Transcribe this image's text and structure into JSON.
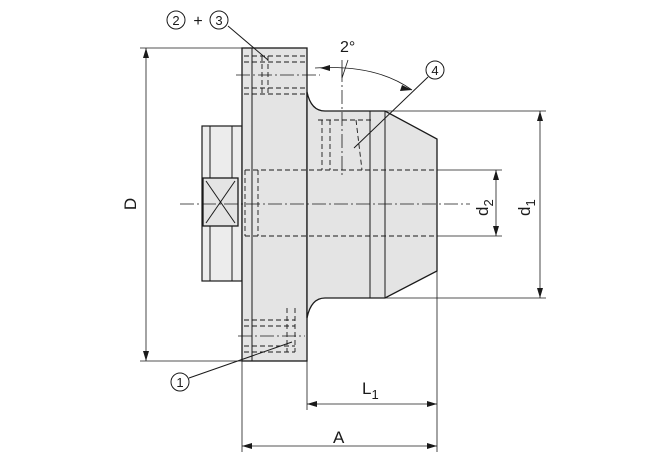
{
  "labels": {
    "D": "D",
    "d1_main": "d",
    "d1_sub": "1",
    "d2_main": "d",
    "d2_sub": "2",
    "L1_main": "L",
    "L1_sub": "1",
    "A": "A",
    "angle": "2°"
  },
  "callouts": {
    "c1": "1",
    "c2": "2",
    "c3": "3",
    "c4": "4",
    "plus": "+"
  }
}
